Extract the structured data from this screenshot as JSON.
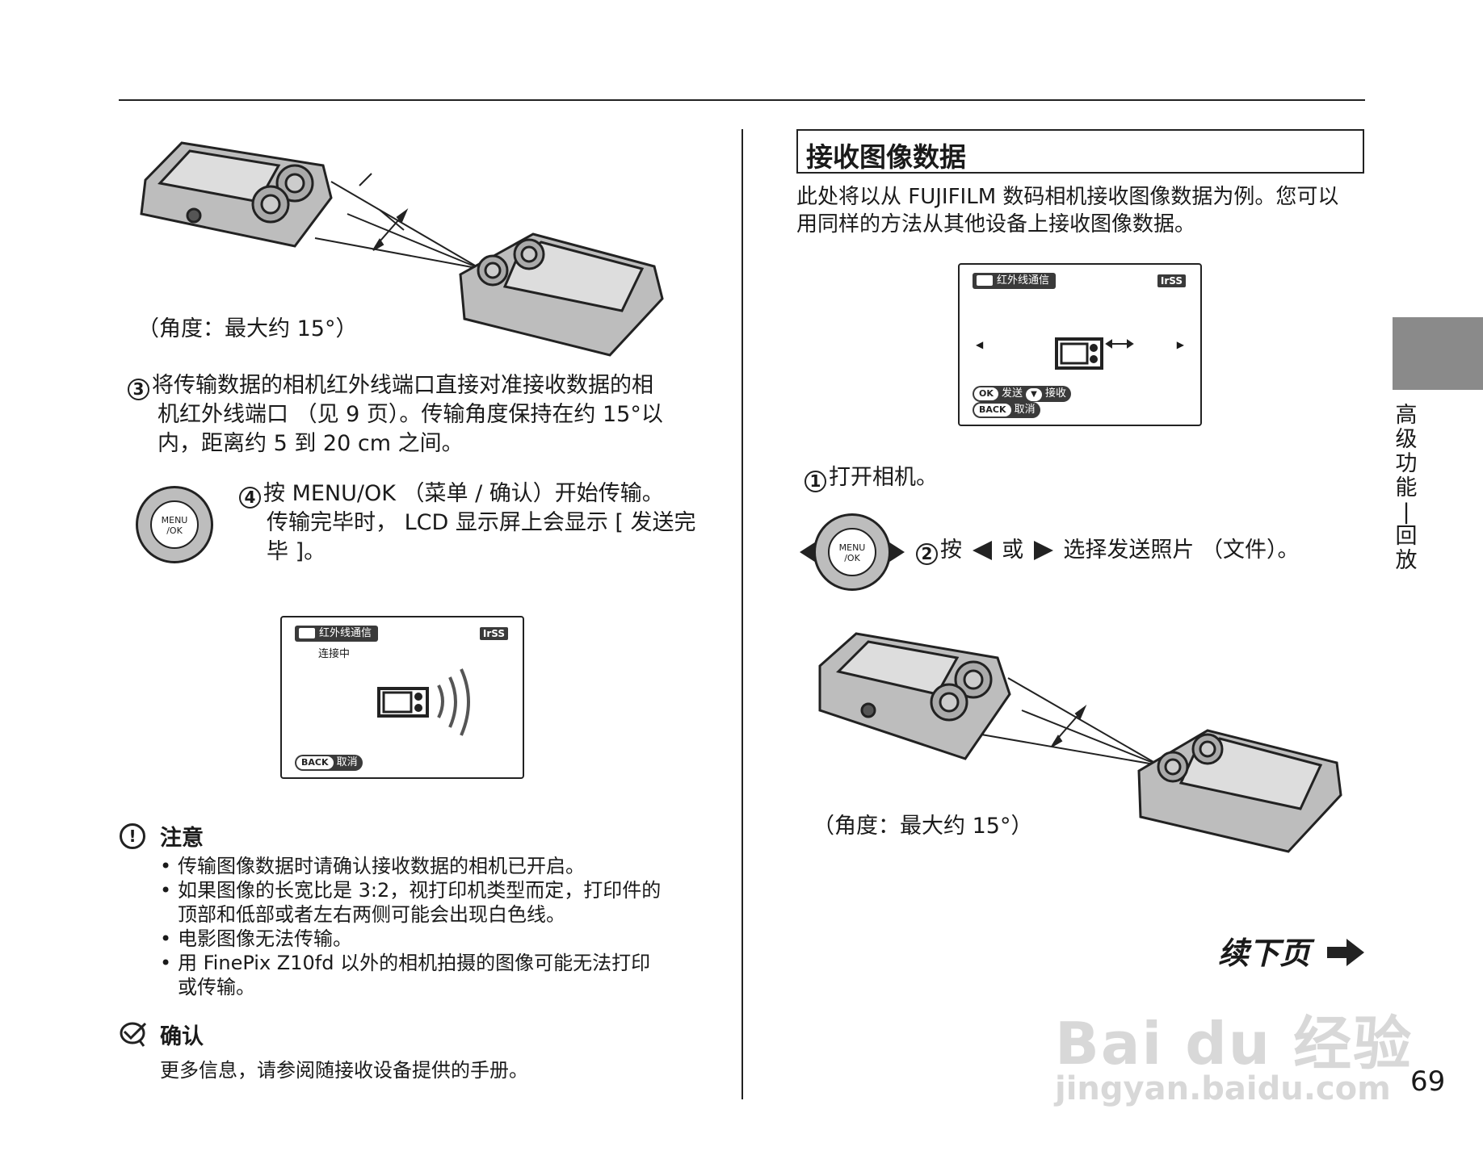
{
  "page": {
    "page_number": "69",
    "side_tab_label": "高级功能—回放",
    "continue_label": "续下页"
  },
  "left": {
    "angle_caption": "（角度：最大约 15°）",
    "step3": {
      "num": "3",
      "lines": [
        "将传输数据的相机红外线端口直接对准接收数据的相",
        "机红外线端口 （见 9 页）。传输角度保持在约 15°以",
        "内，距离约 5 到 20 cm 之间。"
      ]
    },
    "menu_button": {
      "line1": "MENU",
      "line2": "/OK"
    },
    "step4": {
      "num": "4",
      "lines": [
        "按 MENU/OK （菜单 / 确认）开始传输。",
        "传输完毕时， LCD 显示屏上会显示 [ 发送完",
        "毕 ]。"
      ]
    },
    "lcd1": {
      "tag": "红外线通信",
      "badge": "IrSS",
      "status": "连接中",
      "back_pill": "BACK",
      "back_label": "取消"
    },
    "note": {
      "title": "注意",
      "items": [
        "传输图像数据时请确认接收数据的相机已开启。",
        "如果图像的长宽比是 3:2，视打印机类型而定，打印件的",
        "顶部和低部或者左右两侧可能会出现白色线。",
        "电影图像无法传输。",
        "用 FinePix Z10fd 以外的相机拍摄的图像可能无法打印",
        "或传输。"
      ]
    },
    "confirm": {
      "title": "确认",
      "text": "更多信息，请参阅随接收设备提供的手册。"
    }
  },
  "right": {
    "heading": "接收图像数据",
    "intro": [
      "此处将以从 FUJIFILM 数码相机接收图像数据为例。您可以",
      "用同样的方法从其他设备上接收图像数据。"
    ],
    "lcd2": {
      "tag": "红外线通信",
      "badge": "IrSS",
      "ok_pill": "OK",
      "send_label": "发送",
      "down_label": "接收",
      "back_pill": "BACK",
      "back_label": "取消"
    },
    "step1": {
      "num": "1",
      "text": "打开相机。"
    },
    "menu_button": {
      "line1": "MENU",
      "line2": "/OK"
    },
    "step2": {
      "num": "2",
      "text_a": "按",
      "text_b": "或",
      "text_c": "选择发送照片 （文件）。"
    },
    "angle_caption": "（角度：最大约 15°）"
  },
  "watermark": {
    "brand": "Bai du 经验",
    "url": "jingyan.baidu.com"
  }
}
